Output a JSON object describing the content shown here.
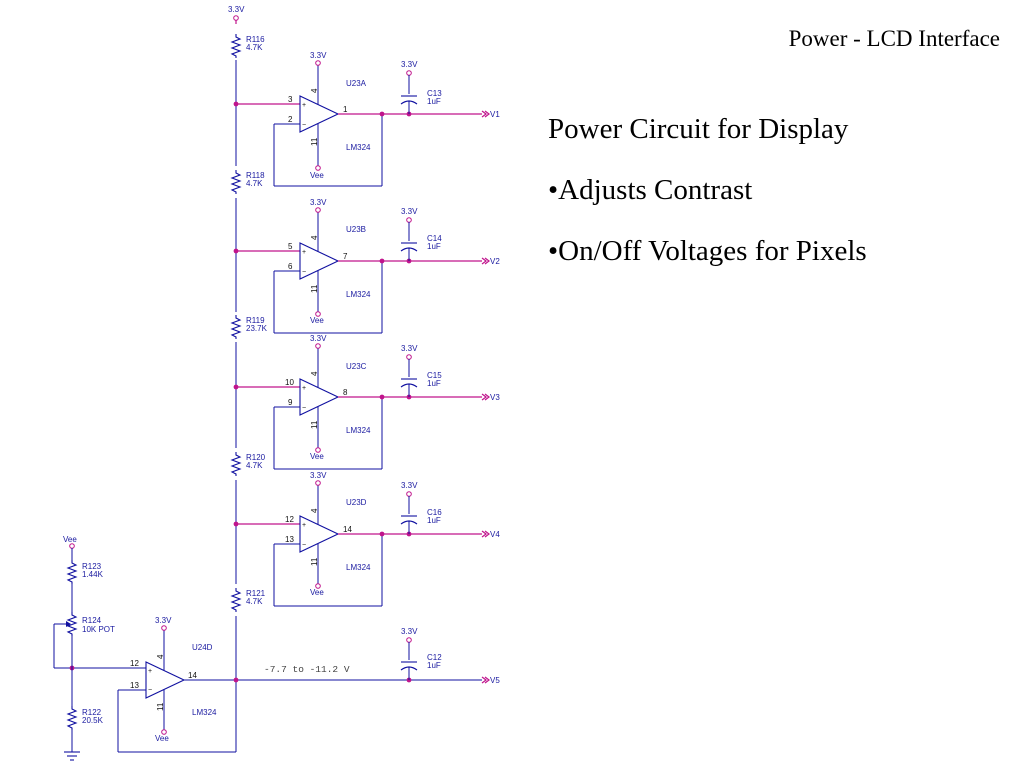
{
  "slide": {
    "title": "Power - LCD Interface",
    "heading": "Power Circuit for Display",
    "bullets": [
      "•Adjusts Contrast",
      "•On/Off Voltages for Pixels"
    ]
  },
  "schematic": {
    "supply_label": "3.3V",
    "vee_label": "Vee",
    "ladder_resistors": [
      {
        "ref": "R116",
        "value": "4.7K"
      },
      {
        "ref": "R118",
        "value": "4.7K"
      },
      {
        "ref": "R119",
        "value": "23.7K"
      },
      {
        "ref": "R120",
        "value": "4.7K"
      },
      {
        "ref": "R121",
        "value": "4.7K"
      }
    ],
    "opamps": [
      {
        "ref": "U23A",
        "part": "LM324",
        "pin_plus": "3",
        "pin_minus": "2",
        "pin_out": "1",
        "pin_vcc": "4",
        "pin_vee": "11",
        "cap_ref": "C13",
        "cap_value": "1uF",
        "net": "V1"
      },
      {
        "ref": "U23B",
        "part": "LM324",
        "pin_plus": "5",
        "pin_minus": "6",
        "pin_out": "7",
        "pin_vcc": "4",
        "pin_vee": "11",
        "cap_ref": "C14",
        "cap_value": "1uF",
        "net": "V2"
      },
      {
        "ref": "U23C",
        "part": "LM324",
        "pin_plus": "10",
        "pin_minus": "9",
        "pin_out": "8",
        "pin_vcc": "4",
        "pin_vee": "11",
        "cap_ref": "C15",
        "cap_value": "1uF",
        "net": "V3"
      },
      {
        "ref": "U23D",
        "part": "LM324",
        "pin_plus": "12",
        "pin_minus": "13",
        "pin_out": "14",
        "pin_vcc": "4",
        "pin_vee": "11",
        "cap_ref": "C16",
        "cap_value": "1uF",
        "net": "V4"
      }
    ],
    "contrast_stage": {
      "resistors": [
        {
          "ref": "R123",
          "value": "1.44K"
        },
        {
          "ref": "R124",
          "value": "10K POT"
        },
        {
          "ref": "R122",
          "value": "20.5K"
        }
      ],
      "opamp": {
        "ref": "U24D",
        "part": "LM324",
        "pin_plus": "12",
        "pin_minus": "13",
        "pin_out": "14",
        "pin_vcc": "4",
        "pin_vee": "11"
      },
      "cap_ref": "C12",
      "cap_value": "1uF",
      "net": "V5",
      "range_label": "-7.7 to -11.2 V"
    }
  }
}
